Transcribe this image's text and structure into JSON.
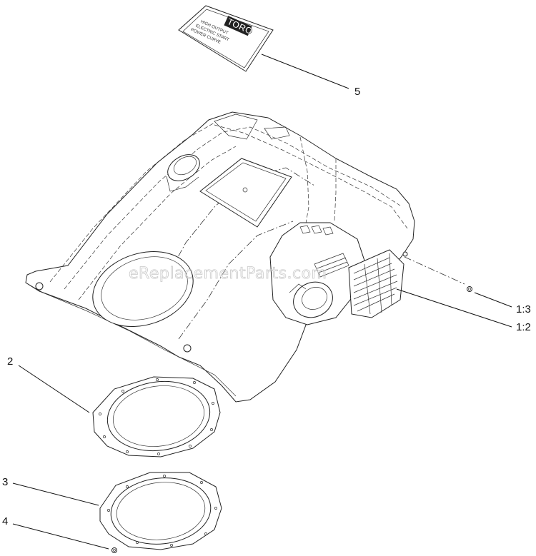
{
  "callouts": [
    {
      "id": "5",
      "label": "5"
    },
    {
      "id": "1-3",
      "label": "1:3"
    },
    {
      "id": "1-2",
      "label": "1:2"
    },
    {
      "id": "2",
      "label": "2"
    },
    {
      "id": "3",
      "label": "3"
    },
    {
      "id": "4",
      "label": "4"
    }
  ],
  "watermark": "eReplacementParts.com",
  "decal": {
    "logo": "TORO",
    "lines": [
      "HIGH OUTPUT",
      "ELECTRIC START",
      "POWER CURVE"
    ]
  },
  "colors": {
    "line": "#222222",
    "background": "#ffffff",
    "watermark": "#c9c9c9"
  }
}
